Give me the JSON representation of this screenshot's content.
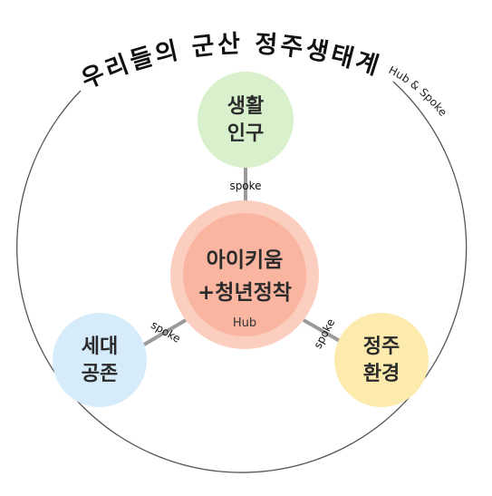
{
  "title": "우리들의 군산 정주생태계",
  "subtitle": "Hub & Spoke",
  "hub": {
    "line1": "아이키움",
    "line2": "+청년정착",
    "label": "Hub"
  },
  "spoke_label": "spoke",
  "nodes": {
    "top": {
      "line1": "생활",
      "line2": "인구"
    },
    "left": {
      "line1": "세대",
      "line2": "공존"
    },
    "right": {
      "line1": "정주",
      "line2": "환경"
    }
  },
  "colors": {
    "hub_outer": "#FCCEBF",
    "hub_inner": "#FAB5A1",
    "top": "#D8F0CC",
    "left": "#D6ECFB",
    "right": "#FDEBAE",
    "connector": "#9a9a9a",
    "ring": "#555555"
  }
}
